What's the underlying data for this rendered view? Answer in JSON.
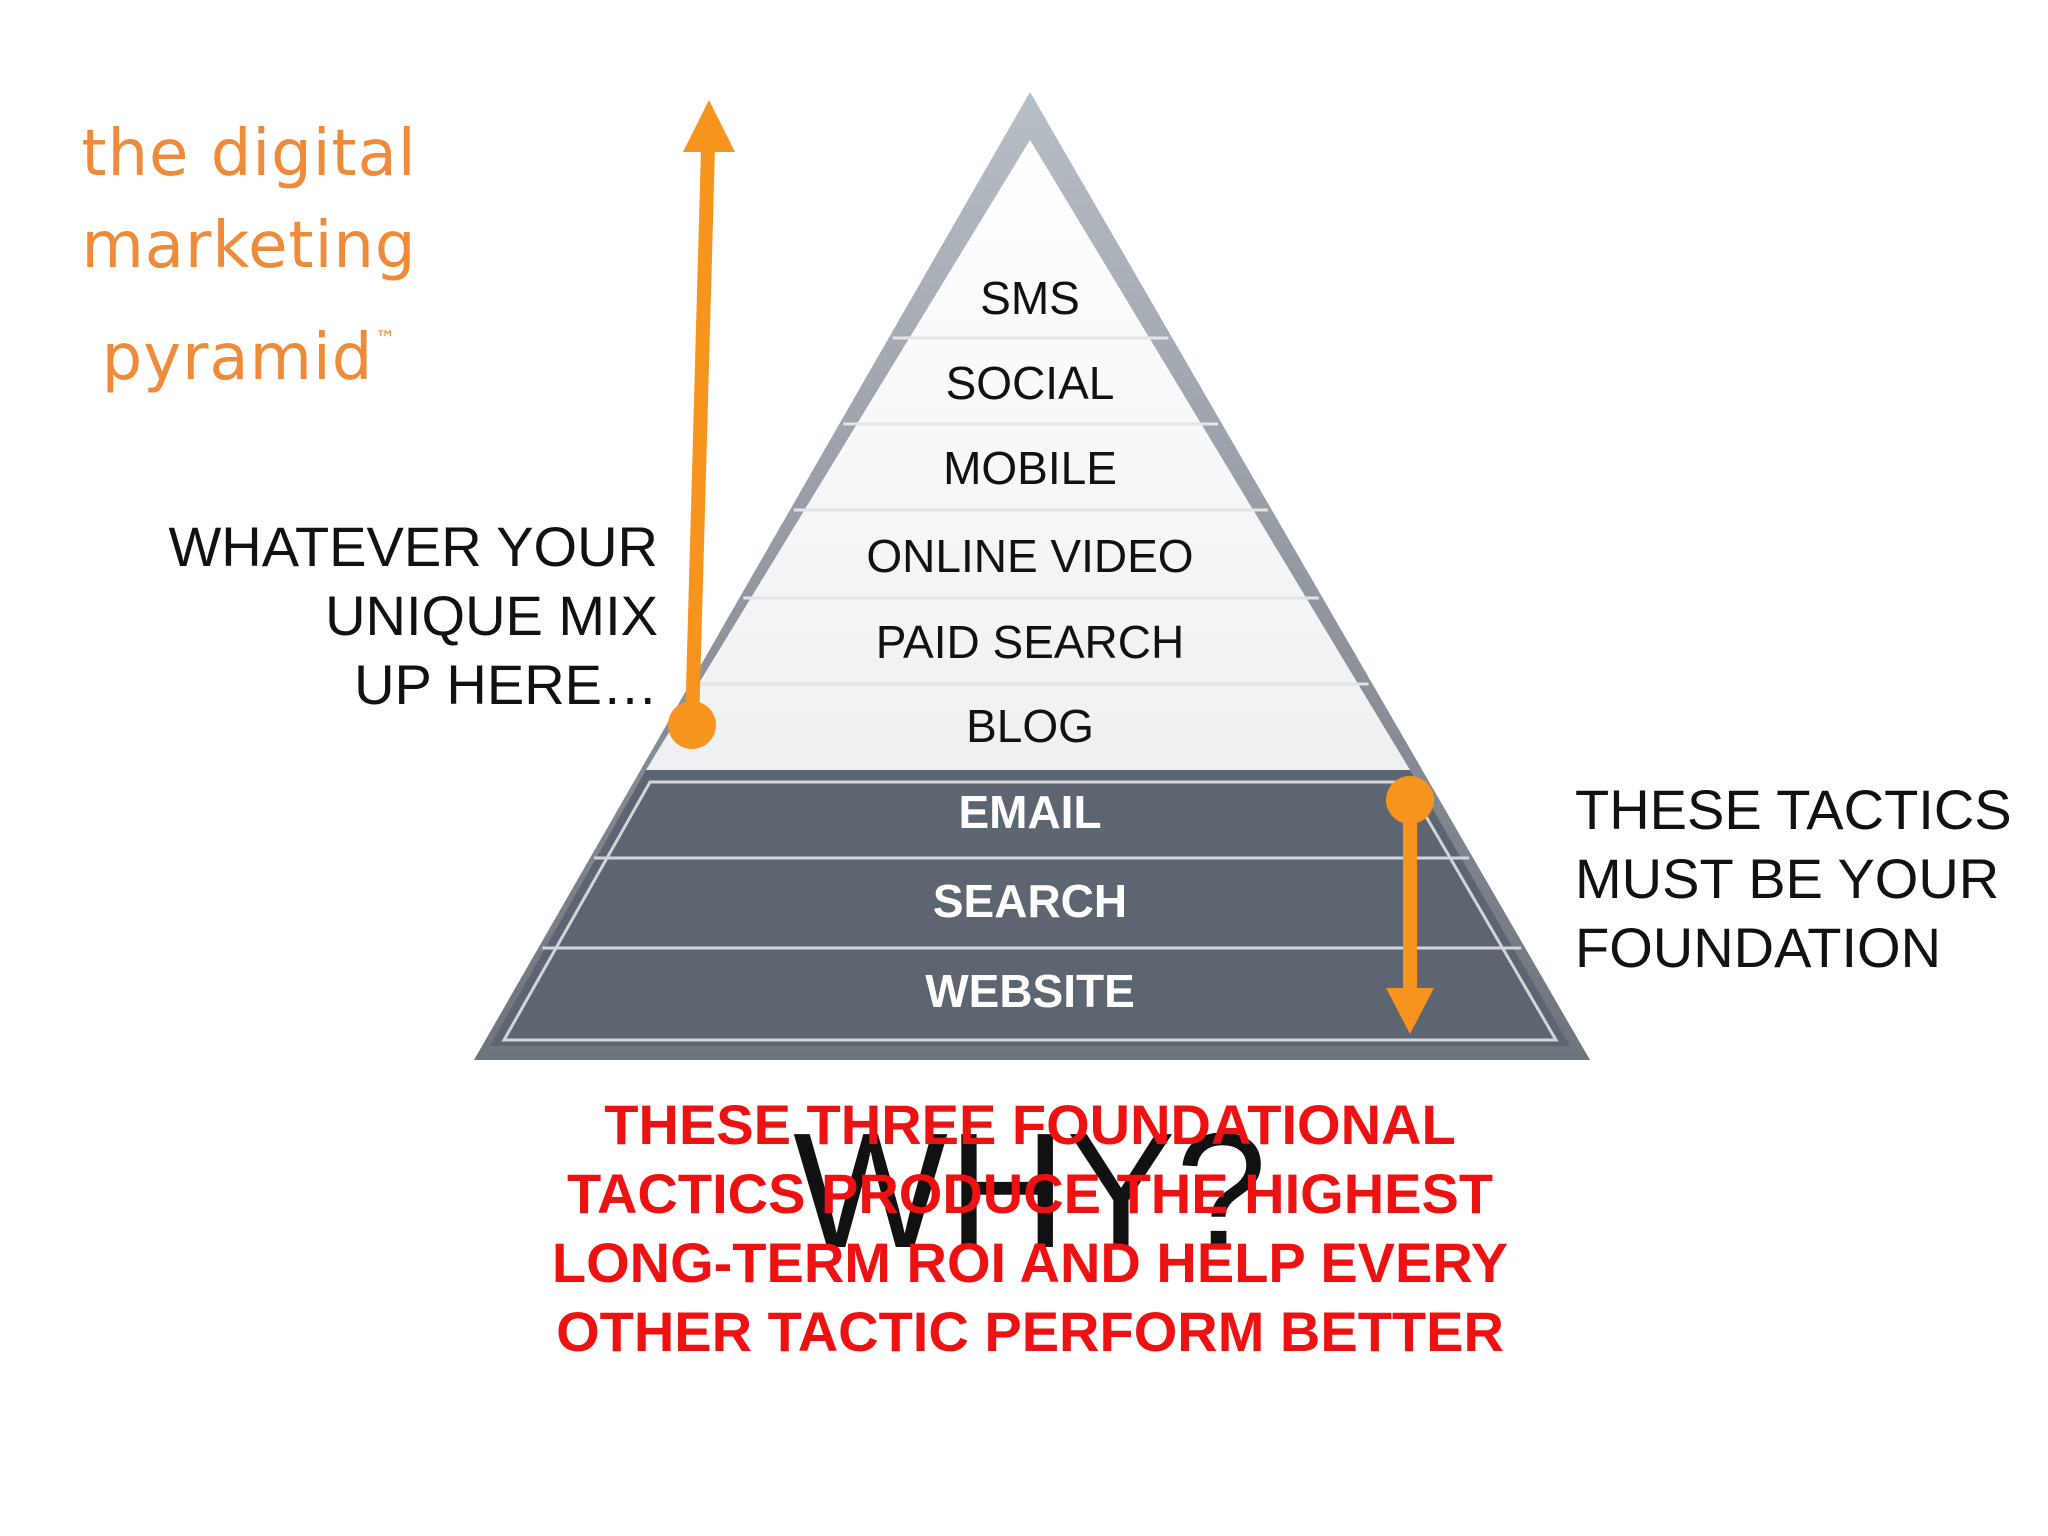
{
  "logo": {
    "line1": "the digital",
    "line2": "marketing",
    "line3": "pyramid",
    "trademark": "™"
  },
  "pyramid": {
    "upper_tiers": [
      "SMS",
      "SOCIAL",
      "MOBILE",
      "ONLINE VIDEO",
      "PAID SEARCH",
      "BLOG"
    ],
    "foundation_tiers": [
      "EMAIL",
      "SEARCH",
      "WEBSITE"
    ]
  },
  "left_note": {
    "line1": "WHATEVER YOUR",
    "line2": "UNIQUE MIX",
    "line3": "UP HERE…"
  },
  "right_note": {
    "line1": "THESE TACTICS",
    "line2": "MUST BE YOUR",
    "line3": "FOUNDATION"
  },
  "why_label": "WHY?",
  "foundation_note": {
    "line1": "THESE THREE FOUNDATIONAL",
    "line2": "TACTICS PRODUCE THE HIGHEST",
    "line3": "LONG-TERM ROI AND HELP EVERY",
    "line4": "OTHER TACTIC PERFORM BETTER"
  },
  "colors": {
    "arrow": "#f7941d",
    "foundation_fill": "#5d6570",
    "red_text": "#ee1111",
    "logo": "#ee8a38"
  }
}
